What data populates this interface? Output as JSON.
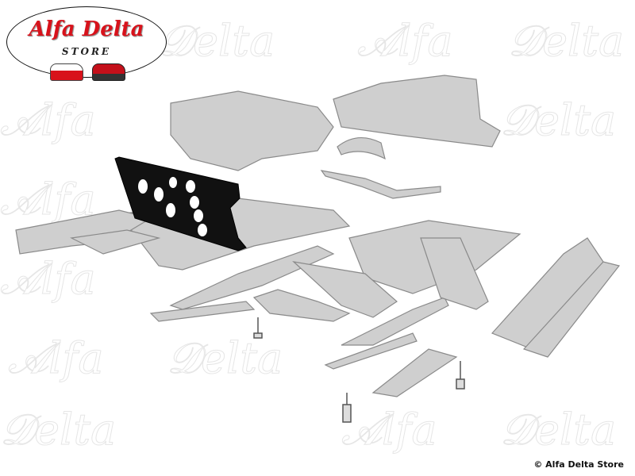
{
  "logo": {
    "title": "Alfa Delta",
    "subtitle": "STORE",
    "colors": {
      "red": "#d8121b",
      "ink": "#111111"
    }
  },
  "watermark": "Alfa Delta",
  "diagram": {
    "highlighted_part": "floor-crossmember-panel",
    "highlight_color": "#000000",
    "part_color": "#c8c8c8"
  },
  "copyright": "© Alfa Delta Store"
}
